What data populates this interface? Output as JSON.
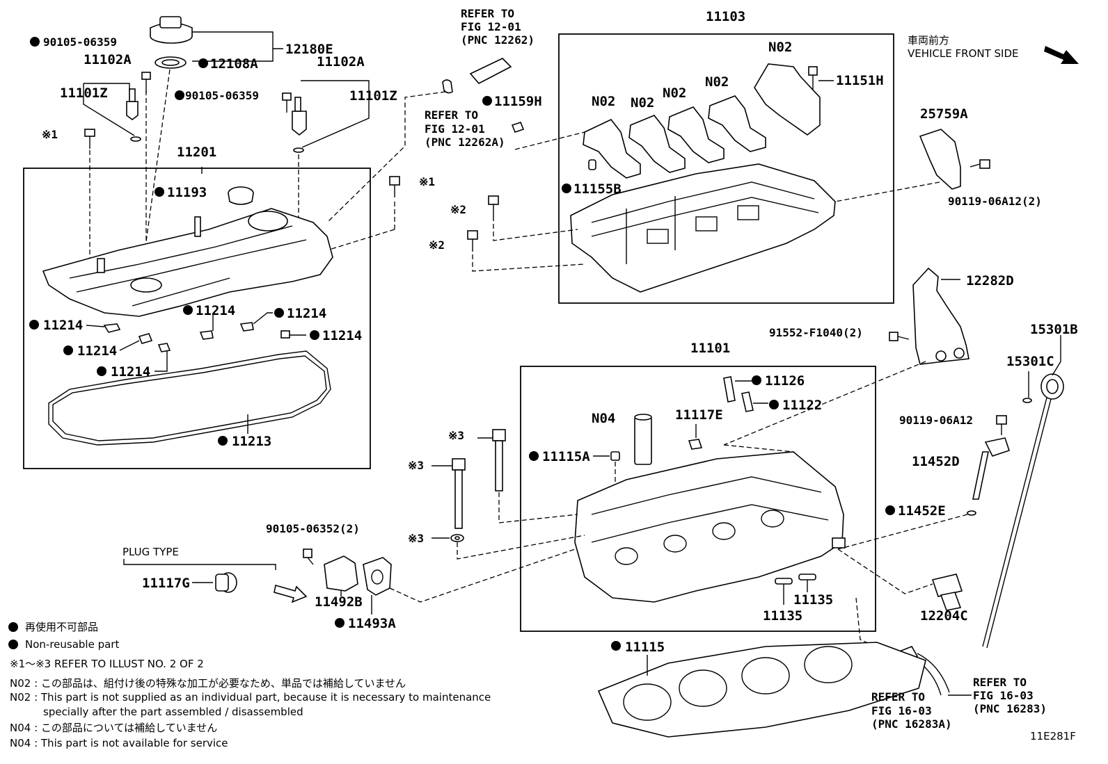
{
  "labels": {
    "p90105_06359_a": "90105-06359",
    "p11102A_a": "11102A",
    "p11101Z_a": "11101Z",
    "p12180E": "12180E",
    "p12108A": "12108A",
    "p90105_06359_b": "90105-06359",
    "p11102A_b": "11102A",
    "p11101Z_b": "11101Z",
    "ref1_a": "※1",
    "ref1_b": "※1",
    "p11201": "11201",
    "p11193": "11193",
    "p11214_1": "11214",
    "p11214_2": "11214",
    "p11214_3": "11214",
    "p11214_4": "11214",
    "p11214_5": "11214",
    "p11214_6": "11214",
    "p11213": "11213",
    "p11103": "11103",
    "p11159H": "11159H",
    "p11155B": "11155B",
    "p11151H": "11151H",
    "n02_1": "N02",
    "n02_2": "N02",
    "n02_3": "N02",
    "n02_4": "N02",
    "n02_5": "N02",
    "ref2_a": "※2",
    "ref2_b": "※2",
    "p25759A": "25759A",
    "p90119_06A12_2": "90119-06A12(2)",
    "p12282D": "12282D",
    "p91552_F1040": "91552-F1040(2)",
    "p15301B": "15301B",
    "p15301C": "15301C",
    "p90119_06A12": "90119-06A12",
    "p11452D": "11452D",
    "p11452E": "11452E",
    "p12204C": "12204C",
    "p11101": "11101",
    "p11126": "11126",
    "p11122": "11122",
    "n04": "N04",
    "p11117E": "11117E",
    "p11115A": "11115A",
    "ref3_a": "※3",
    "ref3_b": "※3",
    "ref3_c": "※3",
    "p11135_a": "11135",
    "p11135_b": "11135",
    "p11115": "11115",
    "p90105_06352": "90105-06352(2)",
    "plug_type": "PLUG TYPE",
    "p11117G": "11117G",
    "p11492B": "11492B",
    "p11493A": "11493A"
  },
  "refers": {
    "r1": [
      "REFER TO",
      "FIG 12-01",
      "(PNC 12262)"
    ],
    "r2": [
      "REFER TO",
      "FIG 12-01",
      "(PNC 12262A)"
    ],
    "r3": [
      "REFER TO",
      "FIG 16-03",
      "(PNC 16283A)"
    ],
    "r4": [
      "REFER TO",
      "FIG 16-03",
      "(PNC 16283)"
    ]
  },
  "vehicle_front": {
    "jp": "車両前方",
    "en": "VEHICLE FRONT SIDE"
  },
  "notes": {
    "nonreuse_jp": "再使用不可部品",
    "nonreuse_en": "Non-reusable part",
    "refer_illust": "※1～※3  REFER TO ILLUST NO. 2 OF 2",
    "n02_jp": "N02 : この部品は、組付け後の特殊な加工が必要なため、単品では補給していません",
    "n02_en1": "N02 : This part is not supplied as an individual part, because it is necessary to maintenance",
    "n02_en2": "specially after the part assembled / disassembled",
    "n04_jp": "N04 : この部品については補給していません",
    "n04_en": "N04 : This part is not available for service"
  },
  "figure_id": "11E281F"
}
